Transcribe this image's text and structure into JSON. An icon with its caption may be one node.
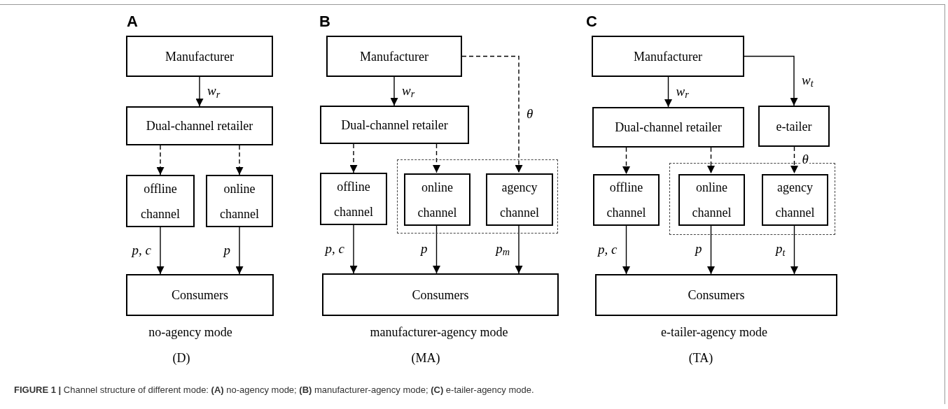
{
  "diagram": {
    "caption": "**FIGURE 1 |** Channel structure of different mode: **(A)** no-agency mode; **(B)** manufacturer-agency mode; **(C)** e-tailer-agency mode.",
    "nodes": [
      {
        "text": [
          "Manufacturer"
        ]
      },
      {
        "text": [
          "Dual-channel retailer"
        ]
      },
      {
        "text": [
          "offline channel"
        ]
      },
      {
        "text": [
          "online channel"
        ]
      },
      {
        "text": [
          "Consumers"
        ]
      },
      {
        "text": [
          "Manufacturer"
        ]
      },
      {
        "text": [
          "Dual-channel retailer"
        ]
      },
      {
        "text": [
          "offline channel"
        ]
      },
      {
        "text": [],
        "shape": "box"
      },
      {
        "text": [
          "online channel"
        ],
        "in": 8
      },
      {
        "text": [
          "agency channel"
        ],
        "in": 8
      },
      {
        "text": [
          "Consumers"
        ]
      },
      {
        "text": [
          "Manufacturer"
        ]
      },
      {
        "text": [
          "Dual-channel retailer"
        ]
      },
      {
        "text": [
          "e-tailer"
        ]
      },
      {
        "text": [
          "offline channel"
        ]
      },
      {
        "text": [],
        "shape": "box"
      },
      {
        "text": [
          "online channel"
        ],
        "in": 16
      },
      {
        "text": [
          "agency channel"
        ],
        "in": 16
      },
      {
        "text": [
          "Consumers"
        ]
      }
    ],
    "edges": [
      {
        "from": 0,
        "to": 1,
        "arrow": "to",
        "label": "w$_{r}$"
      },
      {
        "from": 1,
        "to": 2,
        "arrow": "to",
        "style": "dashed"
      },
      {
        "from": 1,
        "to": 3,
        "arrow": "to",
        "style": "dashed"
      },
      {
        "from": 2,
        "to": 4,
        "arrow": "to",
        "label": "p, c"
      },
      {
        "from": 3,
        "to": 4,
        "arrow": "to",
        "label": "p"
      },
      {
        "from": 5,
        "to": 6,
        "arrow": "to",
        "label": "w$_{r}$"
      },
      {
        "from": 5,
        "to": 10,
        "arrow": "to",
        "style": "dashed",
        "label": "θ"
      },
      {
        "from": 6,
        "to": 7,
        "arrow": "to",
        "style": "dashed"
      },
      {
        "from": 6,
        "to": 9,
        "arrow": "to",
        "style": "dashed"
      },
      {
        "from": 7,
        "to": 11,
        "arrow": "to",
        "label": "p, c"
      },
      {
        "from": 9,
        "to": 11,
        "arrow": "to",
        "label": "p"
      },
      {
        "from": 10,
        "to": 11,
        "arrow": "to",
        "label": "p$_{m}$"
      },
      {
        "from": 12,
        "to": 13,
        "arrow": "to",
        "label": "w$_{r}$"
      },
      {
        "from": 12,
        "to": 14,
        "arrow": "to",
        "label": "w$_{t}$"
      },
      {
        "from": 13,
        "to": 15,
        "arrow": "to",
        "style": "dashed"
      },
      {
        "from": 13,
        "to": 17,
        "arrow": "to",
        "style": "dashed"
      },
      {
        "from": 14,
        "to": 18,
        "arrow": "to",
        "style": "dashed",
        "label": "θ"
      },
      {
        "from": 15,
        "to": 19,
        "arrow": "to",
        "label": "p, c"
      },
      {
        "from": 17,
        "to": 19,
        "arrow": "to",
        "label": "p"
      },
      {
        "from": 18,
        "to": 19,
        "arrow": "to",
        "label": "p$_{t}$"
      }
    ],
    "labels": [
      "A",
      "B",
      "C",
      "no-agency mode",
      "(D)",
      "manufacturer-agency mode",
      "(MA)",
      "e-tailer-agency mode",
      "(TA)"
    ]
  }
}
